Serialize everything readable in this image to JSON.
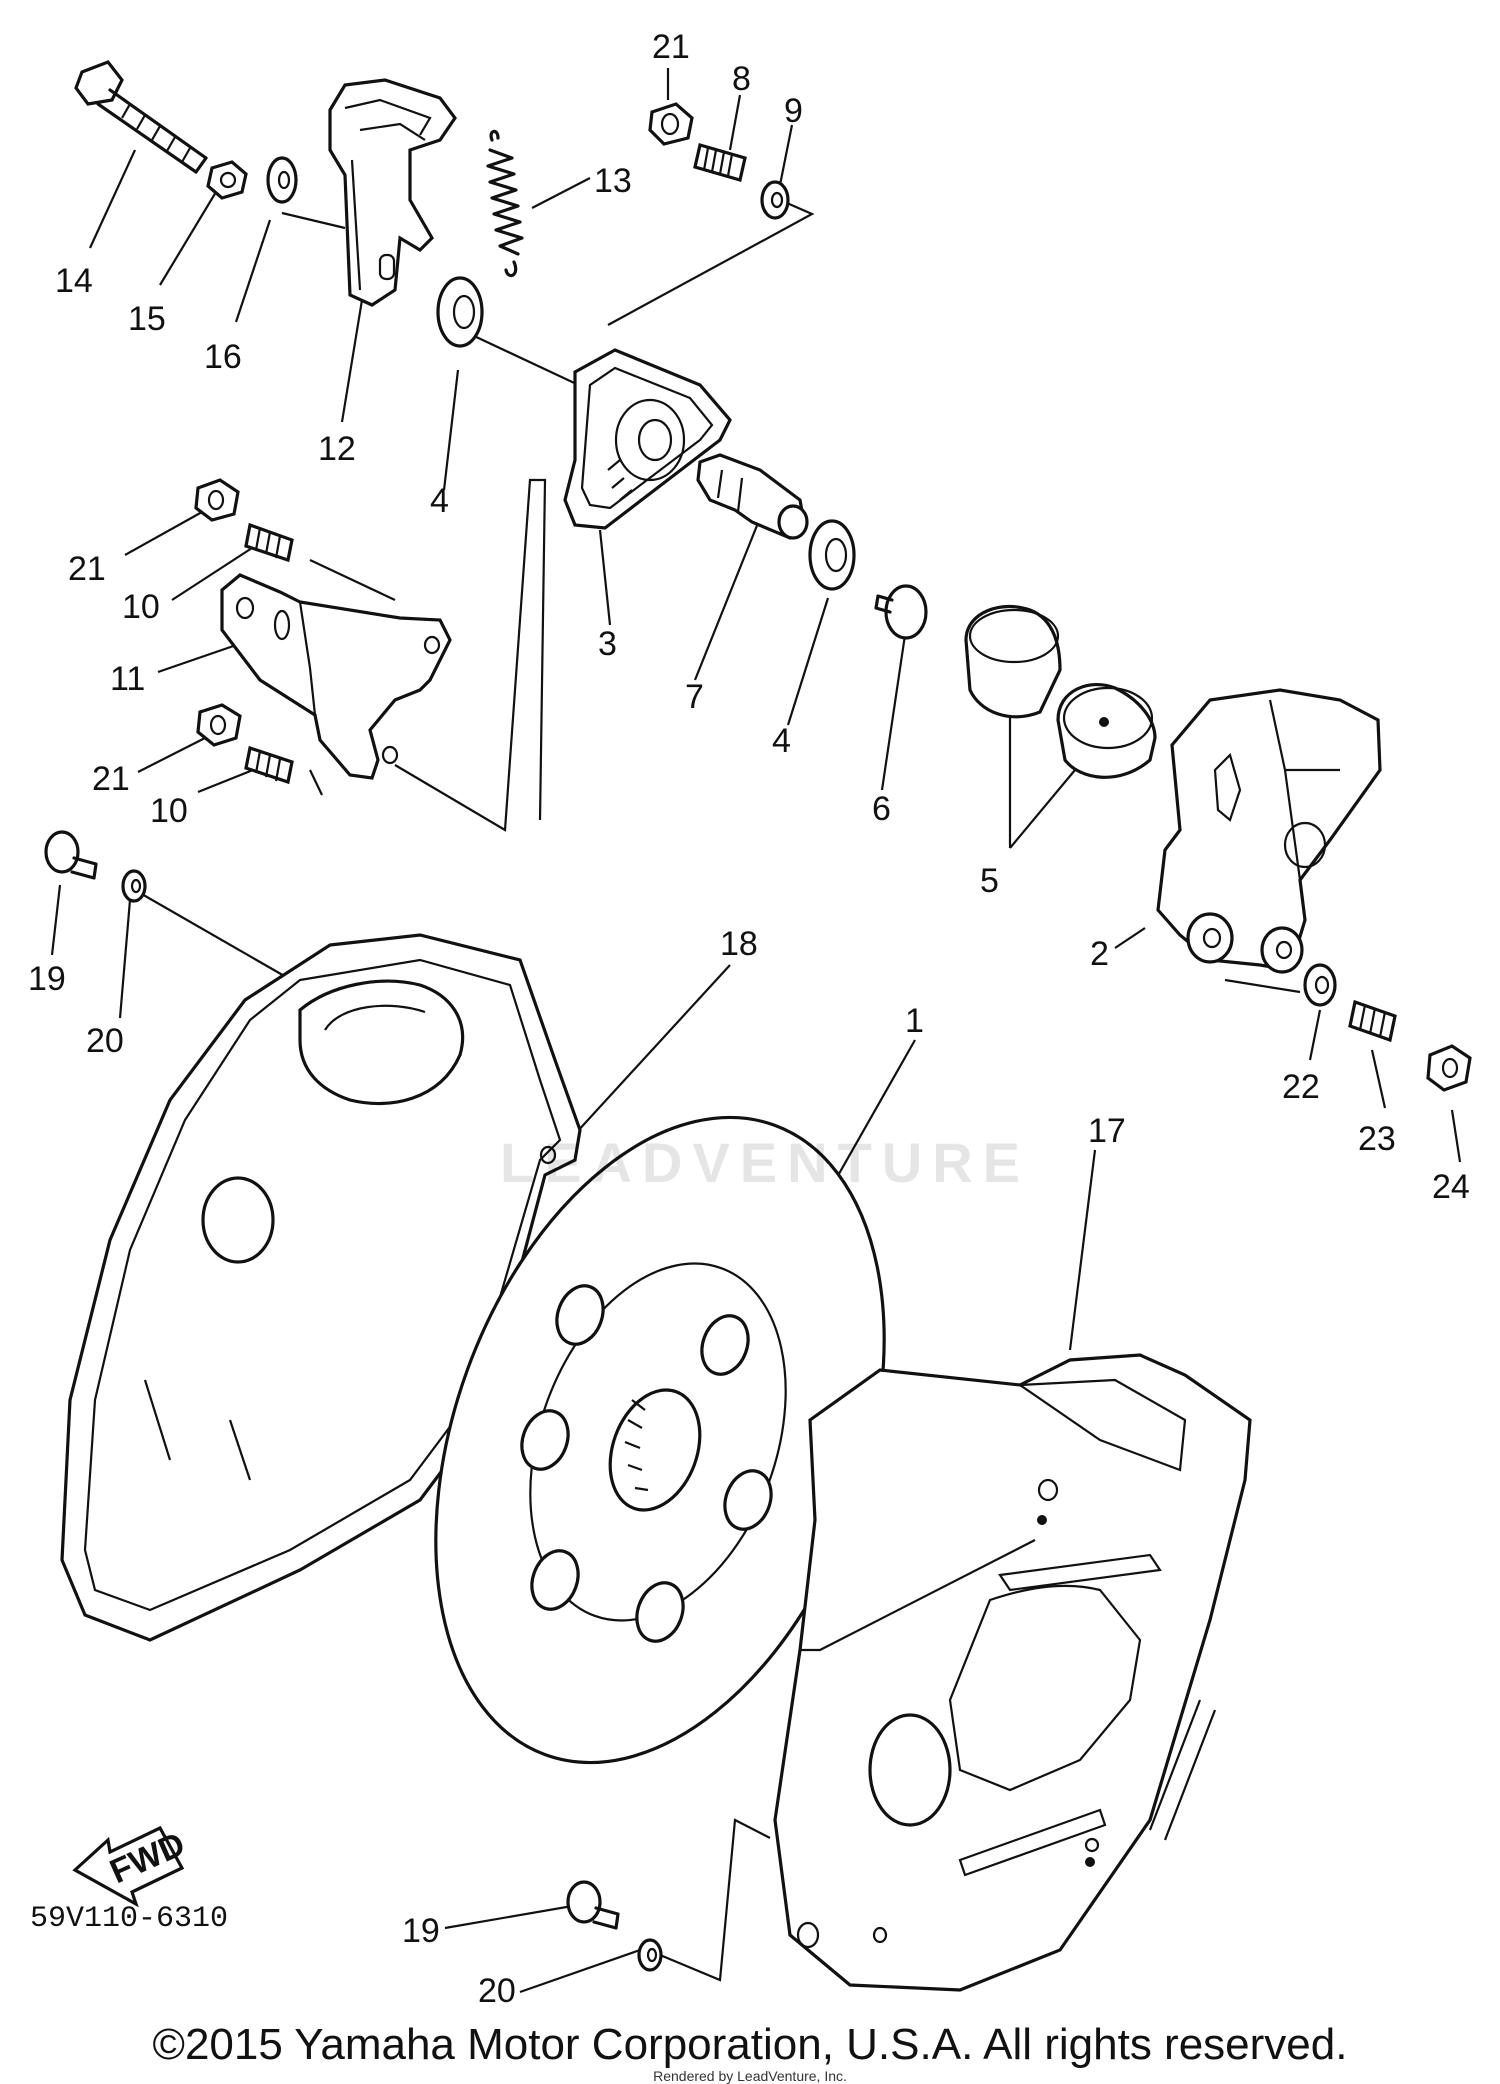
{
  "diagram": {
    "code": "59V110-6310",
    "fwd_label": "FWD",
    "watermark": "LEADVENTURE",
    "copyright": "©2015 Yamaha Motor Corporation, U.S.A. All rights reserved.",
    "rendered_by": "Rendered by LeadVenture, Inc.",
    "callouts": [
      "21",
      "8",
      "9",
      "13",
      "14",
      "15",
      "16",
      "12",
      "4",
      "3",
      "7",
      "21",
      "10",
      "11",
      "21",
      "10",
      "4",
      "6",
      "5",
      "5",
      "2",
      "19",
      "20",
      "18",
      "1",
      "17",
      "22",
      "23",
      "24",
      "19",
      "20"
    ]
  }
}
